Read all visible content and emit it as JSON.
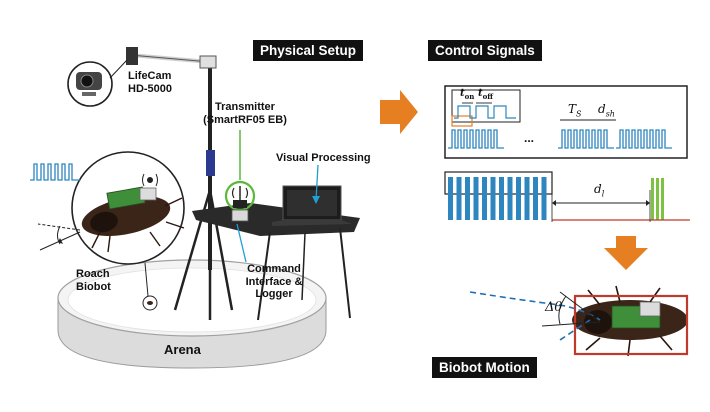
{
  "headers": {
    "physical_setup": "Physical Setup",
    "control_signals": "Control Signals",
    "biobot_motion": "Biobot Motion"
  },
  "labels": {
    "lifecam_line1": "LifeCam",
    "lifecam_line2": "HD-5000",
    "transmitter_line1": "Transmitter",
    "transmitter_line2": "(SmartRF05 EB)",
    "visual_processing": "Visual Processing",
    "roach_line1": "Roach",
    "roach_line2": "Biobot",
    "command_line1": "Command",
    "command_line2": "Interface &",
    "command_line3": "Logger",
    "arena": "Arena"
  },
  "signal_labels": {
    "t_on": "t",
    "t_on_sub": "on",
    "t_off": "t",
    "t_off_sub": "off",
    "ts": "T",
    "ts_sub": "S",
    "dsh": "d",
    "dsh_sub": "sh",
    "ellipsis": "...",
    "dl": "d",
    "dl_sub": "l",
    "delta_theta": "Δθ"
  },
  "colors": {
    "pulse_blue": "#2e86c1",
    "arrow_orange": "#e67e22",
    "pulse_green": "#7dc243",
    "frame_red": "#c0392b",
    "leader_cyan": "#1f9fd6"
  }
}
